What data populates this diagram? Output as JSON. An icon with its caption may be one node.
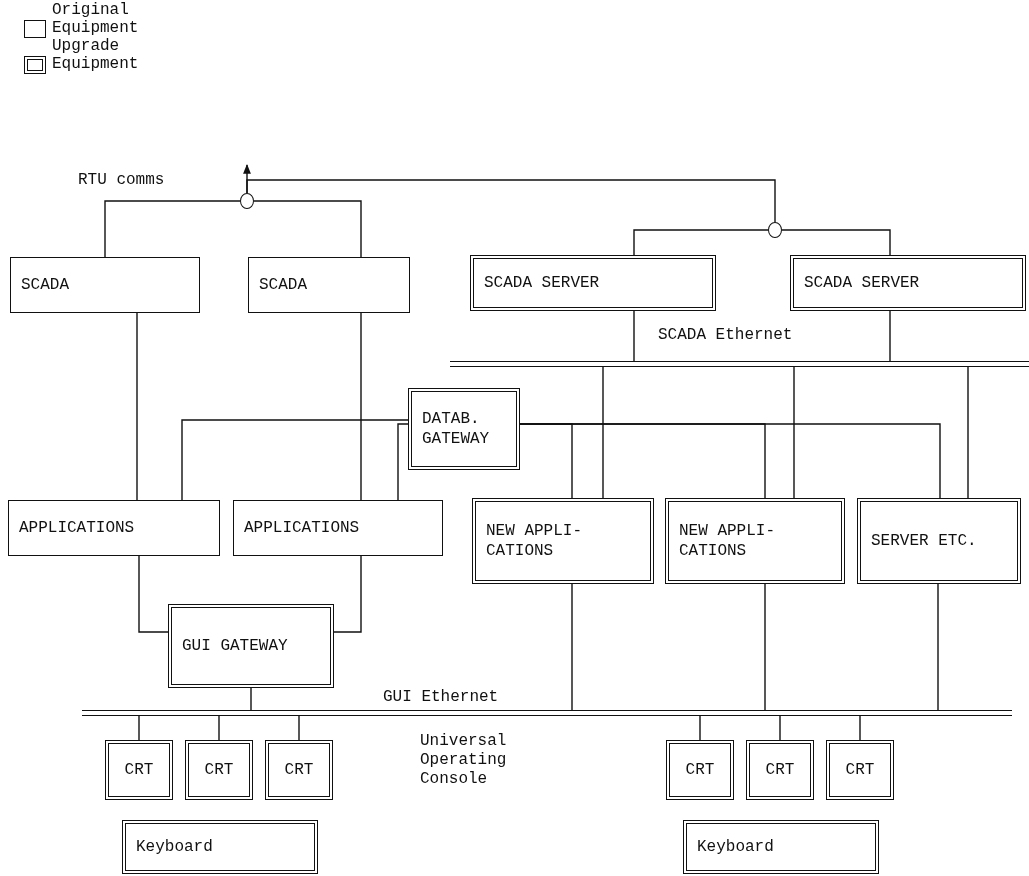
{
  "diagram": {
    "nodes": [
      {
        "text": [
          "SCADA"
        ]
      },
      {
        "text": [
          "SCADA"
        ]
      },
      {
        "text": [
          "SCADA SERVER"
        ]
      },
      {
        "text": [
          "SCADA SERVER"
        ]
      },
      {
        "text": [
          "DATAB. GATEWAY"
        ]
      },
      {
        "text": [
          "APPLICATIONS"
        ]
      },
      {
        "text": [
          "APPLICATIONS"
        ]
      },
      {
        "text": [
          "NEW APPLI- CATIONS"
        ]
      },
      {
        "text": [
          "NEW APPLI- CATIONS"
        ]
      },
      {
        "text": [
          "SERVER ETC."
        ]
      },
      {
        "text": [
          "GUI GATEWAY"
        ]
      },
      {
        "text": [
          "CRT"
        ]
      },
      {
        "text": [
          "CRT"
        ]
      },
      {
        "text": [
          "CRT"
        ]
      },
      {
        "text": [
          "CRT"
        ]
      },
      {
        "text": [
          "CRT"
        ]
      },
      {
        "text": [
          "CRT"
        ]
      },
      {
        "text": [
          "Keyboard"
        ]
      },
      {
        "text": [
          "Keyboard"
        ]
      },
      {
        "text": [],
        "shape": "circle"
      },
      {
        "text": [],
        "shape": "circle"
      },
      {
        "text": [],
        "shape": "bar"
      },
      {
        "text": [],
        "shape": "bar"
      }
    ],
    "edges": [
      {
        "from": 19,
        "to": 0,
        "arrow": "none"
      },
      {
        "from": 19,
        "to": 1,
        "arrow": "none"
      },
      {
        "from": 19,
        "to": null,
        "arrow": "to"
      },
      {
        "from": 20,
        "to": 19,
        "arrow": "none"
      },
      {
        "from": 20,
        "to": 2,
        "arrow": "none"
      },
      {
        "from": 20,
        "to": 3,
        "arrow": "none"
      },
      {
        "from": 2,
        "to": 21,
        "arrow": "none"
      },
      {
        "from": 3,
        "to": 21,
        "arrow": "none"
      },
      {
        "from": 21,
        "to": 7,
        "arrow": "none"
      },
      {
        "from": 21,
        "to": 8,
        "arrow": "none"
      },
      {
        "from": 21,
        "to": 9,
        "arrow": "none"
      },
      {
        "from": 4,
        "to": 5,
        "arrow": "none"
      },
      {
        "from": 4,
        "to": 6,
        "arrow": "none"
      },
      {
        "from": 4,
        "to": 7,
        "arrow": "none"
      },
      {
        "from": 4,
        "to": 8,
        "arrow": "none"
      },
      {
        "from": 4,
        "to": 9,
        "arrow": "none"
      },
      {
        "from": 0,
        "to": 5,
        "arrow": "none"
      },
      {
        "from": 1,
        "to": 6,
        "arrow": "none"
      },
      {
        "from": 5,
        "to": 10,
        "arrow": "none"
      },
      {
        "from": 6,
        "to": 10,
        "arrow": "none"
      },
      {
        "from": 10,
        "to": 22,
        "arrow": "none"
      },
      {
        "from": 7,
        "to": 22,
        "arrow": "none"
      },
      {
        "from": 8,
        "to": 22,
        "arrow": "none"
      },
      {
        "from": 9,
        "to": 22,
        "arrow": "none"
      },
      {
        "from": 22,
        "to": 11,
        "arrow": "none"
      },
      {
        "from": 22,
        "to": 12,
        "arrow": "none"
      },
      {
        "from": 22,
        "to": 13,
        "arrow": "none"
      },
      {
        "from": 22,
        "to": 14,
        "arrow": "none"
      },
      {
        "from": 22,
        "to": 15,
        "arrow": "none"
      },
      {
        "from": 22,
        "to": 16,
        "arrow": "none"
      }
    ],
    "labels": [
      "RTU comms",
      "SCADA Ethernet",
      "GUI Ethernet",
      "Universal Operating Console"
    ],
    "legend": [
      {
        "text": "Original Equipment"
      },
      {
        "text": "Upgrade Equipment"
      }
    ]
  }
}
